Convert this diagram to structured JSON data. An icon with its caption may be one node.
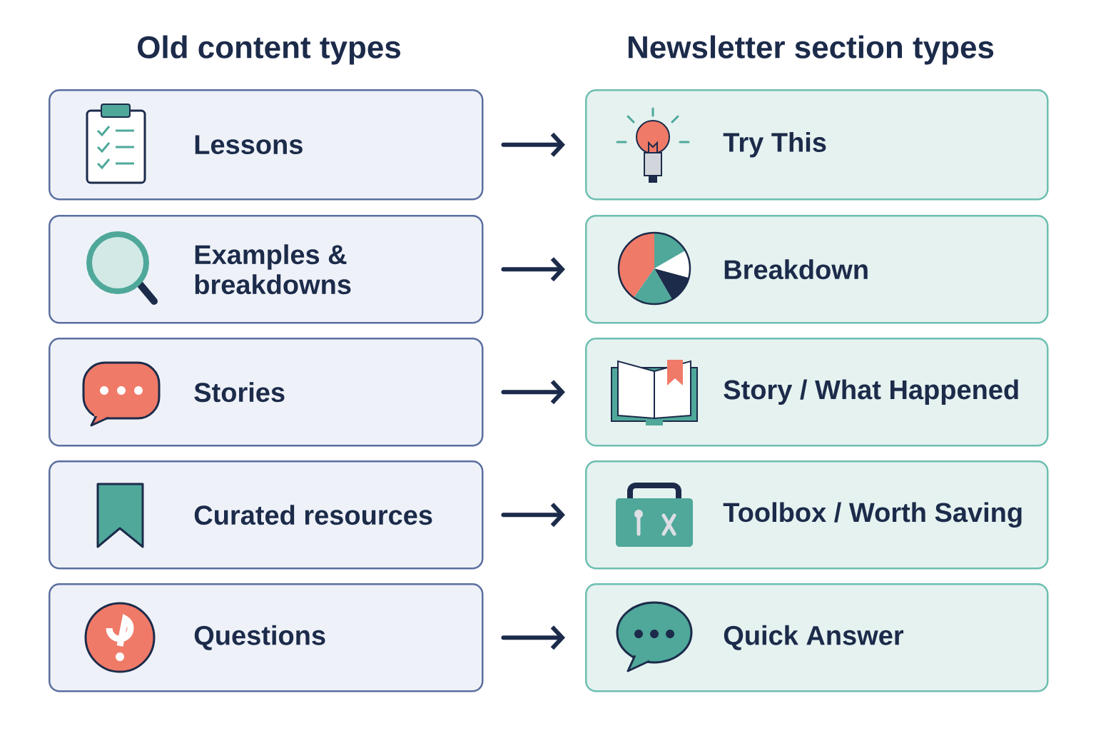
{
  "diagram": {
    "nodes": [
      {
        "text": [
          "Lessons"
        ]
      },
      {
        "text": [
          "Try This"
        ]
      },
      {
        "text": [
          "Examples & breakdowns"
        ]
      },
      {
        "text": [
          "Breakdown"
        ]
      },
      {
        "text": [
          "Stories"
        ]
      },
      {
        "text": [
          "Story / What Happened"
        ]
      },
      {
        "text": [
          "Curated resources"
        ]
      },
      {
        "text": [
          "Toolbox / Worth Saving"
        ]
      },
      {
        "text": [
          "Questions"
        ]
      },
      {
        "text": [
          "Quick Answer"
        ]
      }
    ],
    "edges": [
      {
        "from": 0,
        "to": 1,
        "arrow": "to"
      },
      {
        "from": 2,
        "to": 3,
        "arrow": "to"
      },
      {
        "from": 4,
        "to": 5,
        "arrow": "to"
      },
      {
        "from": 6,
        "to": 7,
        "arrow": "to"
      },
      {
        "from": 8,
        "to": 9,
        "arrow": "to"
      }
    ],
    "labels": [
      "Old content types",
      "Newsletter section types"
    ]
  }
}
